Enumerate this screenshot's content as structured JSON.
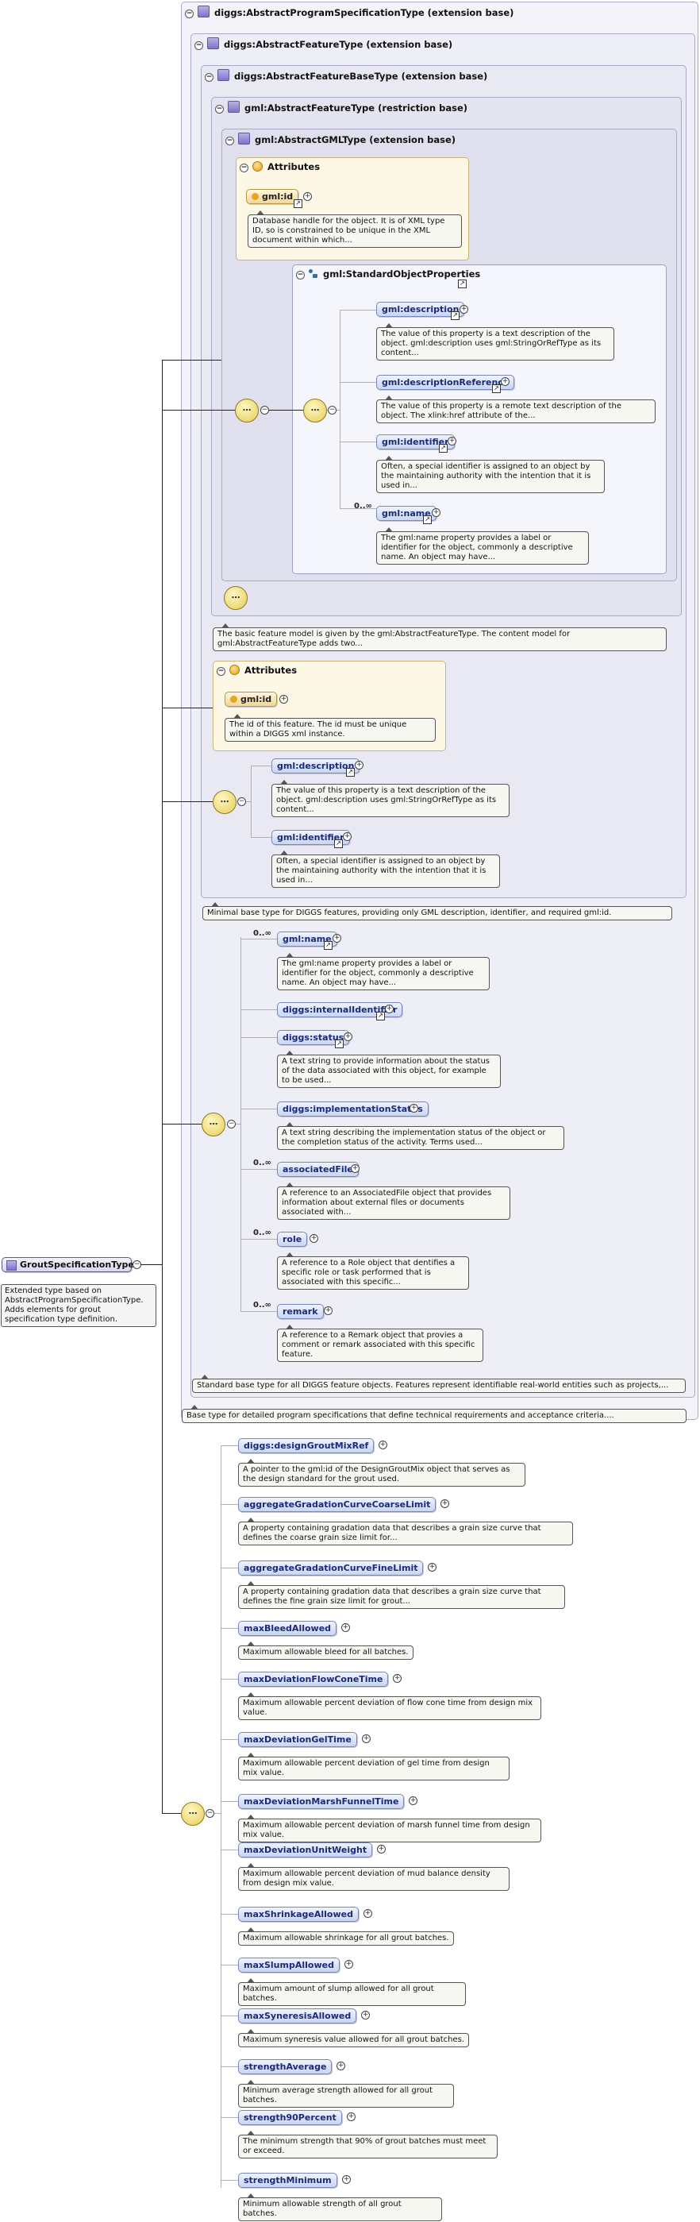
{
  "colors": {
    "frame_bg": "#f0f0f8",
    "element_bg": "#c8d6f2",
    "attribute_bg": "#fff6dc",
    "border": "#a9a9c6"
  },
  "icons": {
    "sequence": "sequence-compositor-icon",
    "expand": "plus-circle-icon",
    "collapse": "minus-circle-icon",
    "reference": "arrow-reference-icon"
  },
  "root": {
    "name": "GroutSpecificationType",
    "doc": "Extended type based on AbstractProgramSpecificationType. Adds elements for grout specification type definition."
  },
  "frames": {
    "f1": "diggs:AbstractProgramSpecificationType (extension base)",
    "f2": "diggs:AbstractFeatureType (extension base)",
    "f3": "diggs:AbstractFeatureBaseType (extension base)",
    "f4": "gml:AbstractFeatureType (restriction base)",
    "f5": "gml:AbstractGMLType (extension base)",
    "attr1": "Attributes",
    "sog": "gml:StandardObjectProperties",
    "attr2": "Attributes"
  },
  "gmltype": {
    "id_name": "gml:id",
    "id_doc": "Database handle for the object. It is of XML type ID, so is constrained to be unique in the XML document within which...",
    "card": "0..∞",
    "items": [
      {
        "name": "gml:description",
        "doc": "The value of this property is a text description of the object. gml:description uses gml:StringOrRefType as its content..."
      },
      {
        "name": "gml:descriptionReference",
        "doc": "The value of this property is a remote text description of the object. The xlink:href attribute of the..."
      },
      {
        "name": "gml:identifier",
        "doc": "Often, a special identifier is assigned to an object by the maintaining authority with the intention that it is used in..."
      },
      {
        "name": "gml:name",
        "doc": "The gml:name property provides a label or identifier for the object, commonly a descriptive name. An object may have..."
      }
    ],
    "f4_doc": "The basic feature model is given by the gml:AbstractFeatureType. The content model for gml:AbstractFeatureType adds two..."
  },
  "featurebase": {
    "id_name": "gml:id",
    "id_doc": "The id of this feature. The id must be unique within a DIGGS xml instance.",
    "items": [
      {
        "name": "gml:description",
        "doc": "The value of this property is a text description of the object. gml:description uses gml:StringOrRefType as its content..."
      },
      {
        "name": "gml:identifier",
        "doc": "Often, a special identifier is assigned to an object by the maintaining authority with the intention that it is used in..."
      }
    ],
    "f3_doc": "Minimal base type for DIGGS features, providing only GML description, identifier, and required gml:id."
  },
  "feature": {
    "card_name": "0..∞",
    "card_file": "0..∞",
    "card_role": "0..∞",
    "card_remark": "0..∞",
    "items": [
      {
        "name": "gml:name",
        "doc": "The gml:name property provides a label or identifier for the object, commonly a descriptive name. An object may have..."
      },
      {
        "name": "diggs:internalIdentifier",
        "doc": ""
      },
      {
        "name": "diggs:status",
        "doc": "A text string to provide information about the status of the data associated with this object, for example to be used..."
      },
      {
        "name": "diggs:implementationStatus",
        "doc": "A text string describing the implementation status of the object or the completion status of the activity. Terms used..."
      },
      {
        "name": "associatedFile",
        "doc": "A reference to an AssociatedFile object that provides information about external files or documents associated with..."
      },
      {
        "name": "role",
        "doc": "A reference to a Role object that dentifies a specific role or task performed that is associated with this specific..."
      },
      {
        "name": "remark",
        "doc": "A reference to a Remark object that provies a comment or remark associated with this specific feature."
      }
    ],
    "f2_doc": "Standard base type for all DIGGS feature objects. Features represent identifiable real-world entities such as projects,...",
    "f1_doc": "Base type for detailed program specifications that define technical requirements and acceptance criteria...."
  },
  "grout": {
    "items": [
      {
        "name": "diggs:designGroutMixRef",
        "doc": "A pointer to the gml:id of the DesignGroutMix object that serves as the design standard for the grout used."
      },
      {
        "name": "aggregateGradationCurveCoarseLimit",
        "doc": "A property containing gradation data that describes a grain size curve that defines the coarse grain size limit for..."
      },
      {
        "name": "aggregateGradationCurveFineLimit",
        "doc": "A property containing gradation data that describes a grain size curve that defines the fine grain size limit for grout..."
      },
      {
        "name": "maxBleedAllowed",
        "doc": "Maximum allowable bleed for all batches."
      },
      {
        "name": "maxDeviationFlowConeTime",
        "doc": "Maximum allowable percent deviation of flow cone time from design mix value."
      },
      {
        "name": "maxDeviationGelTime",
        "doc": "Maximum allowable percent deviation of gel time from design mix value."
      },
      {
        "name": "maxDeviationMarshFunnelTime",
        "doc": "Maximum allowable percent deviation of marsh funnel time from design mix value."
      },
      {
        "name": "maxDeviationUnitWeight",
        "doc": "Maximum allowable percent deviation of mud balance density from design mix value."
      },
      {
        "name": "maxShrinkageAllowed",
        "doc": "Maximum allowable shrinkage for all grout batches."
      },
      {
        "name": "maxSlumpAllowed",
        "doc": "Maximum amount of slump allowed for all grout batches."
      },
      {
        "name": "maxSyneresisAllowed",
        "doc": "Maximum syneresis value allowed for all grout batches."
      },
      {
        "name": "strengthAverage",
        "doc": "Minimum average strength allowed for all grout batches."
      },
      {
        "name": "strength90Percent",
        "doc": "The minimum strength that 90% of grout batches must meet or exceed."
      },
      {
        "name": "strengthMinimum",
        "doc": "Minimum allowable strength of all grout batches."
      }
    ]
  }
}
